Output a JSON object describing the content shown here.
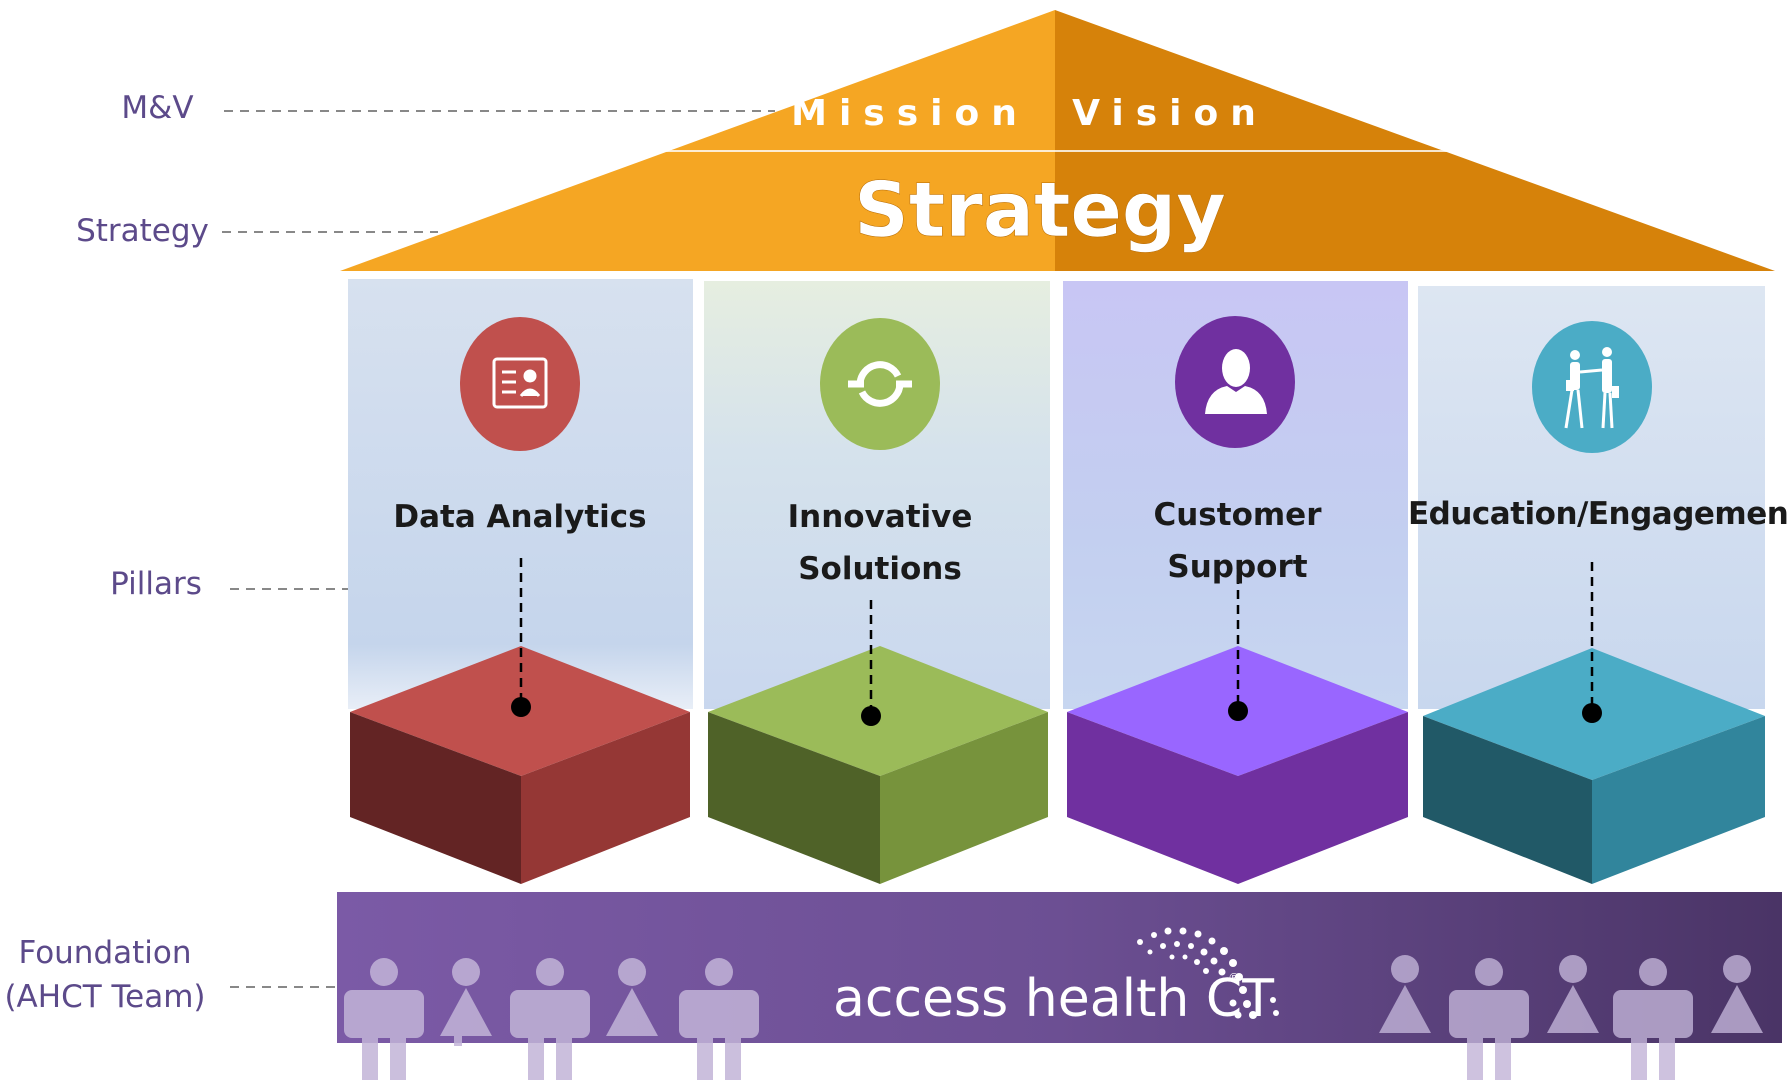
{
  "roof": {
    "mission": "Mission",
    "vision": "Vision",
    "strategy": "Strategy"
  },
  "side_labels": {
    "mv": "M&V",
    "strategy": "Strategy",
    "pillars": "Pillars",
    "foundation_line1": "Foundation",
    "foundation_line2": "(AHCT Team)"
  },
  "pillars": [
    {
      "title": "Data Analytics",
      "icon": "id-card-icon",
      "color": "#c0504d"
    },
    {
      "title": "Innovative Solutions",
      "title_line1": "Innovative",
      "title_line2": "Solutions",
      "icon": "cycle-icon",
      "color": "#9bbb59"
    },
    {
      "title": "Customer Support",
      "icon": "person-icon",
      "color": "#7030a0"
    },
    {
      "title": "Education/Engagement",
      "icon": "handshake-icon",
      "color": "#4bacc6"
    }
  ],
  "foundation": {
    "logo_text": "access health CT",
    "logo_tm": "®",
    "color": "#6a4c93"
  },
  "colors": {
    "roof_light": "#f5a623",
    "roof_dark": "#d9850a",
    "label_purple": "#5c4a8a"
  }
}
